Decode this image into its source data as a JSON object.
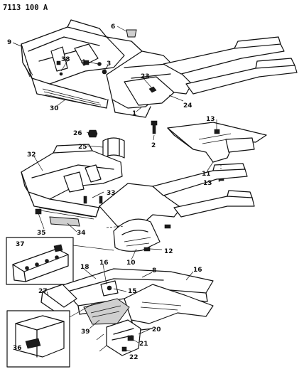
{
  "header": {
    "figure_code": "7113 100 A"
  },
  "callouts": {
    "c1": "1",
    "c2": "2",
    "c3": "3",
    "c4": "4",
    "c6": "6",
    "c8": "8",
    "c9": "9",
    "c10": "10",
    "c11": "11",
    "c12": "12",
    "c13a": "13",
    "c13b": "13",
    "c15": "15",
    "c16a": "16",
    "c16b": "16",
    "c18": "18",
    "c20": "20",
    "c21": "21",
    "c22": "22",
    "c23": "23",
    "c24": "24",
    "c25": "25",
    "c26": "26",
    "c27": "27",
    "c30": "30",
    "c32": "32",
    "c33": "33",
    "c34": "34",
    "c35": "35",
    "c36": "36",
    "c37": "37",
    "c38": "38",
    "c39": "39"
  }
}
